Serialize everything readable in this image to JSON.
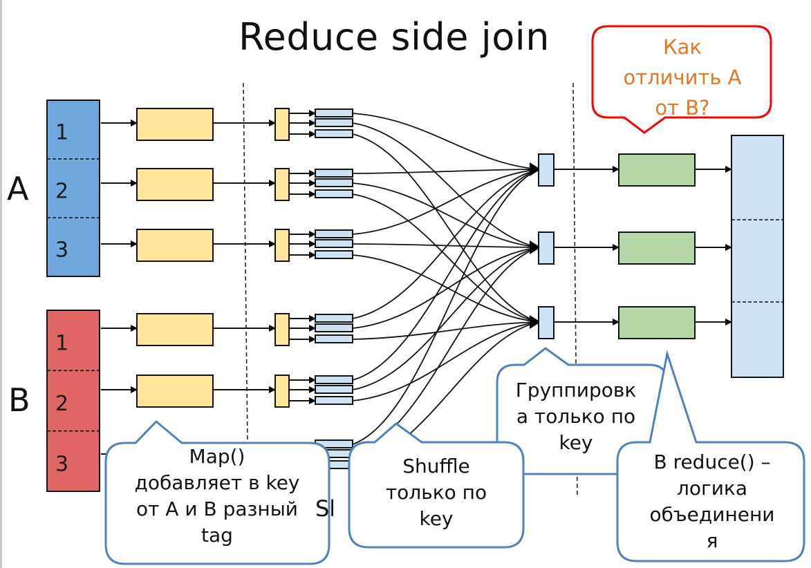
{
  "title": "Reduce side join",
  "datasets": [
    {
      "label": "A",
      "color": "#6fa8dc",
      "rows": [
        "1",
        "2",
        "3"
      ]
    },
    {
      "label": "B",
      "color": "#e06666",
      "rows": [
        "1",
        "2",
        "3"
      ]
    }
  ],
  "colors": {
    "mapper": "#ffe599",
    "partition": "#cfe2f3",
    "reducer": "#b6d7a8",
    "output": "#cfe2f3",
    "callout_border_blue": "#4f81bd",
    "callout_border_red": "#ff0000",
    "question_text": "#e87722"
  },
  "callouts": {
    "question": {
      "lines": [
        "Как",
        "отличить А",
        "от В?"
      ]
    },
    "map": {
      "lines": [
        "Map()",
        "добавляет в key",
        "от A и B разный",
        "tag"
      ]
    },
    "shuffle": {
      "lines": [
        "Shuffle",
        "только по",
        "key"
      ]
    },
    "grouping": {
      "lines": [
        "Группировк",
        "а только по",
        "key"
      ]
    },
    "reduce": {
      "lines": [
        "В reduce() –",
        "логика",
        "объединени",
        "я"
      ]
    }
  },
  "hidden_label_fragment": "Sh"
}
